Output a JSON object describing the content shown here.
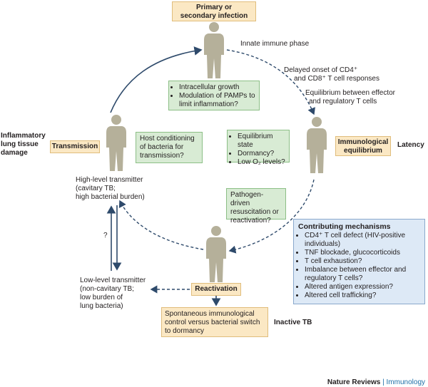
{
  "title_box": {
    "line1": "Primary or",
    "line2": "secondary infection"
  },
  "phases": {
    "innate": "Innate immune phase",
    "delayed_l1": "Delayed onset of CD4⁺",
    "delayed_l2": "and CD8⁺ T cell responses",
    "equil_l1": "Equilibrium between effector",
    "equil_l2": "and regulatory T cells"
  },
  "green_top": [
    "Intracellular growth",
    "Modulation of PAMPs to limit inflammation?"
  ],
  "green_host": "Host conditioning of bacteria for transmission?",
  "green_equil": [
    "Equilibrium state",
    "Dormancy?",
    "Low O₂ levels?"
  ],
  "green_pathogen": "Pathogen-driven resuscitation or reactivation?",
  "immunological_box": {
    "line1": "Immunological",
    "line2": "equilibrium"
  },
  "latency": "Latency",
  "left_label": {
    "line1": "Inflammatory",
    "line2": "lung tissue",
    "line3": "damage"
  },
  "transmission": "Transmission",
  "high_level": {
    "line1": "High-level transmitter",
    "line2": "(cavitary TB;",
    "line3": "high bacterial burden)"
  },
  "question": "?",
  "low_level": {
    "line1": "Low-level transmitter",
    "line2": "(non-cavitary TB;",
    "line3": "low burden of",
    "line4": "lung bacteria)"
  },
  "reactivation": "Reactivation",
  "spontaneous": {
    "line1": "Spontaneous immunological",
    "line2": "control versus bacterial switch",
    "line3": "to dormancy"
  },
  "inactive_tb": "Inactive TB",
  "contributing": {
    "title": "Contributing mechanisms",
    "items": [
      "CD4⁺ T cell defect (HIV-positive individuals)",
      "TNF blockade, glucocorticoids",
      "T cell exhaustion?",
      "Imbalance between effector and regulatory T cells?",
      "Altered antigen expression?",
      "Altered cell trafficking?"
    ]
  },
  "footer": {
    "journal": "Nature Reviews",
    "separator": " | ",
    "section": "Immunology"
  },
  "colors": {
    "label_fill": "#fbe8c4",
    "green_fill": "#d8ebd4",
    "blue_fill": "#dde9f6",
    "figure": "#b5b09a",
    "arrow": "#2e4a6b",
    "accent": "#1d6fa8"
  }
}
